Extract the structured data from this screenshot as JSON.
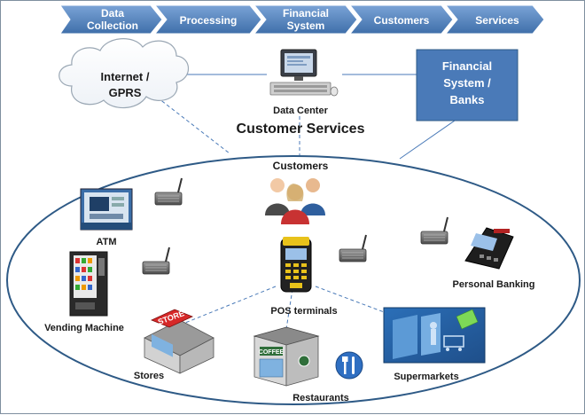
{
  "process_steps": [
    {
      "line1": "Data",
      "line2": "Collection"
    },
    {
      "line1": "Processing",
      "line2": ""
    },
    {
      "line1": "Financial",
      "line2": "System"
    },
    {
      "line1": "Customers",
      "line2": ""
    },
    {
      "line1": "Services",
      "line2": ""
    }
  ],
  "cloud": {
    "line1": "Internet /",
    "line2": "GPRS"
  },
  "data_center_label": "Data Center",
  "bank_box": {
    "line1": "Financial",
    "line2": "System /",
    "line3": "Banks"
  },
  "title": "Customer Services",
  "customers_label": "Customers",
  "nodes": {
    "atm": "ATM",
    "vending": "Vending Machine",
    "pos": "POS terminals",
    "personal_banking": "Personal Banking",
    "stores": "Stores",
    "restaurants": "Restaurants",
    "supermarkets": "Supermarkets"
  },
  "store_sign": "STORE",
  "coffee_sign": "COFFEE",
  "colors": {
    "arrow_fill": "#4f81bd",
    "bank_fill": "#4a7ab8",
    "ellipse_stroke": "#2e5a86"
  }
}
